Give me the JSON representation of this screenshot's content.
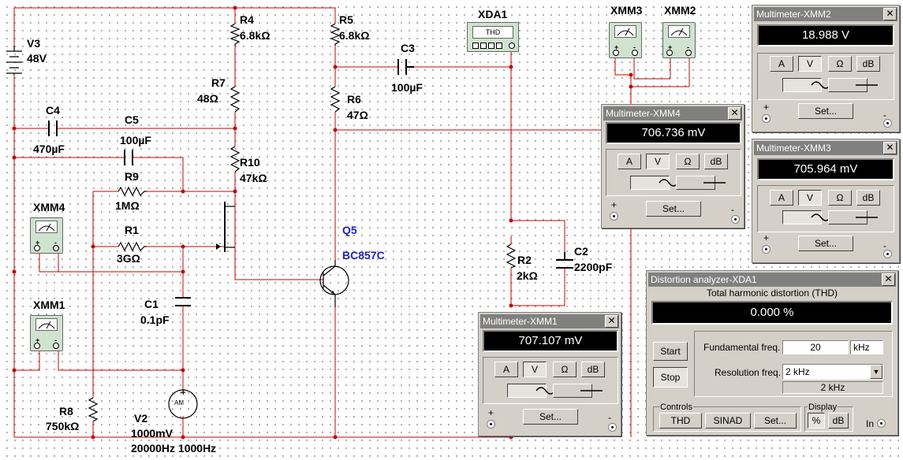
{
  "schematic": {
    "v3": {
      "name": "V3",
      "value": "48V"
    },
    "r4": {
      "name": "R4",
      "value": "6.8kΩ"
    },
    "r5": {
      "name": "R5",
      "value": "6.8kΩ"
    },
    "r7": {
      "name": "R7",
      "value": "48Ω"
    },
    "r6": {
      "name": "R6",
      "value": "47Ω"
    },
    "r10": {
      "name": "R10",
      "value": "47kΩ"
    },
    "r9": {
      "name": "R9",
      "value": "1MΩ"
    },
    "r1": {
      "name": "R1",
      "value": "3GΩ"
    },
    "r2": {
      "name": "R2",
      "value": "2kΩ"
    },
    "r8": {
      "name": "R8",
      "value": "750kΩ"
    },
    "c1": {
      "name": "C1",
      "value": "0.1pF"
    },
    "c2": {
      "name": "C2",
      "value": "2200pF"
    },
    "c3": {
      "name": "C3",
      "value": "100µF"
    },
    "c4": {
      "name": "C4",
      "value": "470µF"
    },
    "c5": {
      "name": "C5",
      "value": "100µF"
    },
    "q5": {
      "name": "Q5",
      "model": "BC857C"
    },
    "v2": {
      "name": "V2",
      "amplitude": "1000mV",
      "freq": "20000Hz 1000Hz",
      "symbol": "AM"
    },
    "xda1": {
      "name": "XDA1",
      "screen": "THD"
    },
    "xmm1": {
      "name": "XMM1"
    },
    "xmm2": {
      "name": "XMM2"
    },
    "xmm3": {
      "name": "XMM3"
    },
    "xmm4": {
      "name": "XMM4"
    },
    "plus": "+",
    "minus": "-"
  },
  "multimeters": {
    "xmm2": {
      "title": "Multimeter-XMM2",
      "reading": "18.988 V",
      "selected": "V"
    },
    "xmm4": {
      "title": "Multimeter-XMM4",
      "reading": "706.736 mV",
      "selected": "V"
    },
    "xmm3": {
      "title": "Multimeter-XMM3",
      "reading": "705.964 mV",
      "selected": "V"
    },
    "xmm1": {
      "title": "Multimeter-XMM1",
      "reading": "707.107 mV",
      "selected": "V"
    },
    "mode_buttons": [
      "A",
      "V",
      "Ω",
      "dB"
    ],
    "set_label": "Set...",
    "close_glyph": "✕"
  },
  "distortion": {
    "title": "Distortion analyzer-XDA1",
    "heading": "Total harmonic distortion (THD)",
    "reading": "0.000 %",
    "start_label": "Start",
    "stop_label": "Stop",
    "fundamental_label": "Fundamental freq.",
    "fundamental_value": "20",
    "fundamental_unit": "kHz",
    "resolution_label": "Resolution freq.",
    "resolution_value": "2 kHz",
    "resolution_readout": "2 kHz",
    "controls_label": "Controls",
    "thd_label": "THD",
    "sinad_label": "SINAD",
    "set_label": "Set...",
    "display_label": "Display",
    "percent_label": "%",
    "db_label": "dB",
    "in_label": "In",
    "dropdown_glyph": "▼"
  },
  "colors": {
    "wire": "#cc0000",
    "title_bar": "#808080",
    "panel": "#d4d0c8",
    "display": "#000000",
    "component_label_blue": "#1f1fd2"
  }
}
